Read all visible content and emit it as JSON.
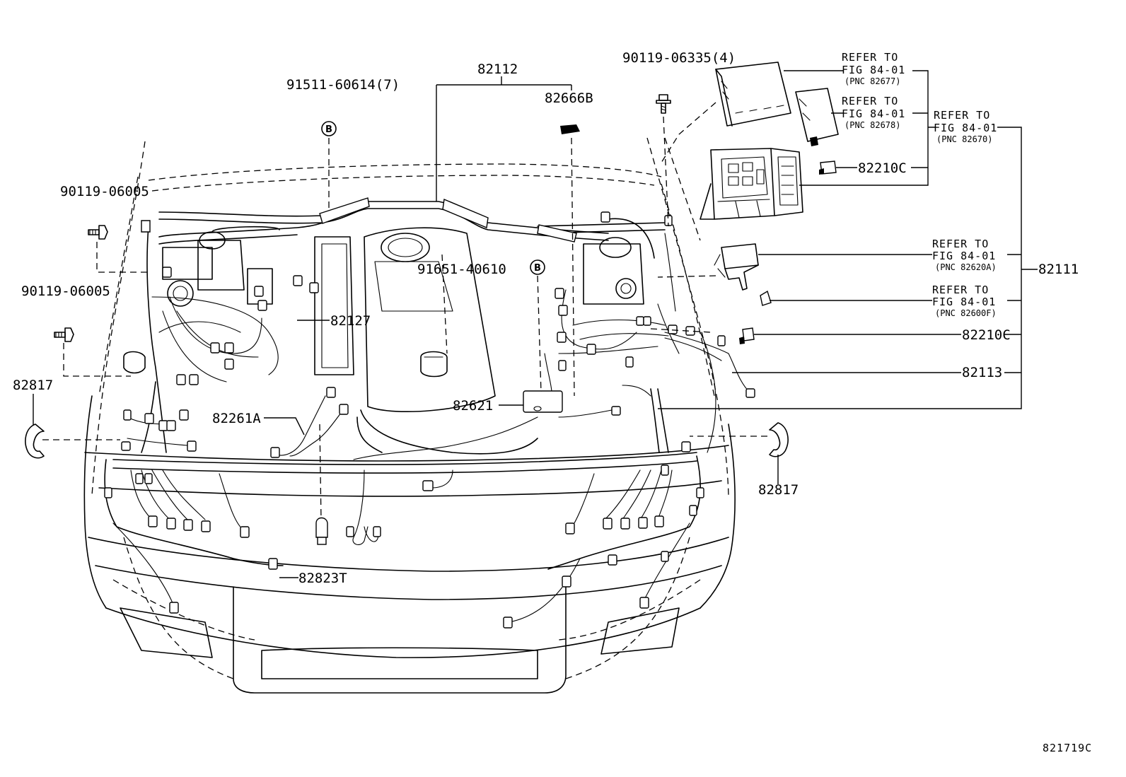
{
  "labels": {
    "p82112": "82112",
    "p91511": "91511-60614(7)",
    "p82666b": "82666B",
    "p90119_06335": "90119-06335(4)",
    "p90119_06005_a": "90119-06005",
    "p90119_06005_b": "90119-06005",
    "p82817_left": "82817",
    "p82817_right": "82817",
    "p82127": "82127",
    "p91651": "91651-40610",
    "p82621": "82621",
    "p82261a": "82261A",
    "p82823t": "82823T",
    "p82210c_top": "82210C",
    "p82210c_mid": "82210C",
    "p82111": "82111",
    "p82113": "82113",
    "clip_mark_a": "B",
    "clip_mark_b": "B",
    "figure_id": "821719C"
  },
  "refs": [
    {
      "line1": "REFER TO",
      "line2": "FIG 84-01",
      "line3": "(PNC 82677)"
    },
    {
      "line1": "REFER TO",
      "line2": "FIG 84-01",
      "line3": "(PNC 82678)"
    },
    {
      "line1": "REFER TO",
      "line2": "FIG 84-01",
      "line3": "(PNC 82670)"
    },
    {
      "line1": "REFER TO",
      "line2": "FIG 84-01",
      "line3": "(PNC 82620A)"
    },
    {
      "line1": "REFER TO",
      "line2": "FIG 84-01",
      "line3": "(PNC 82600F)"
    }
  ]
}
